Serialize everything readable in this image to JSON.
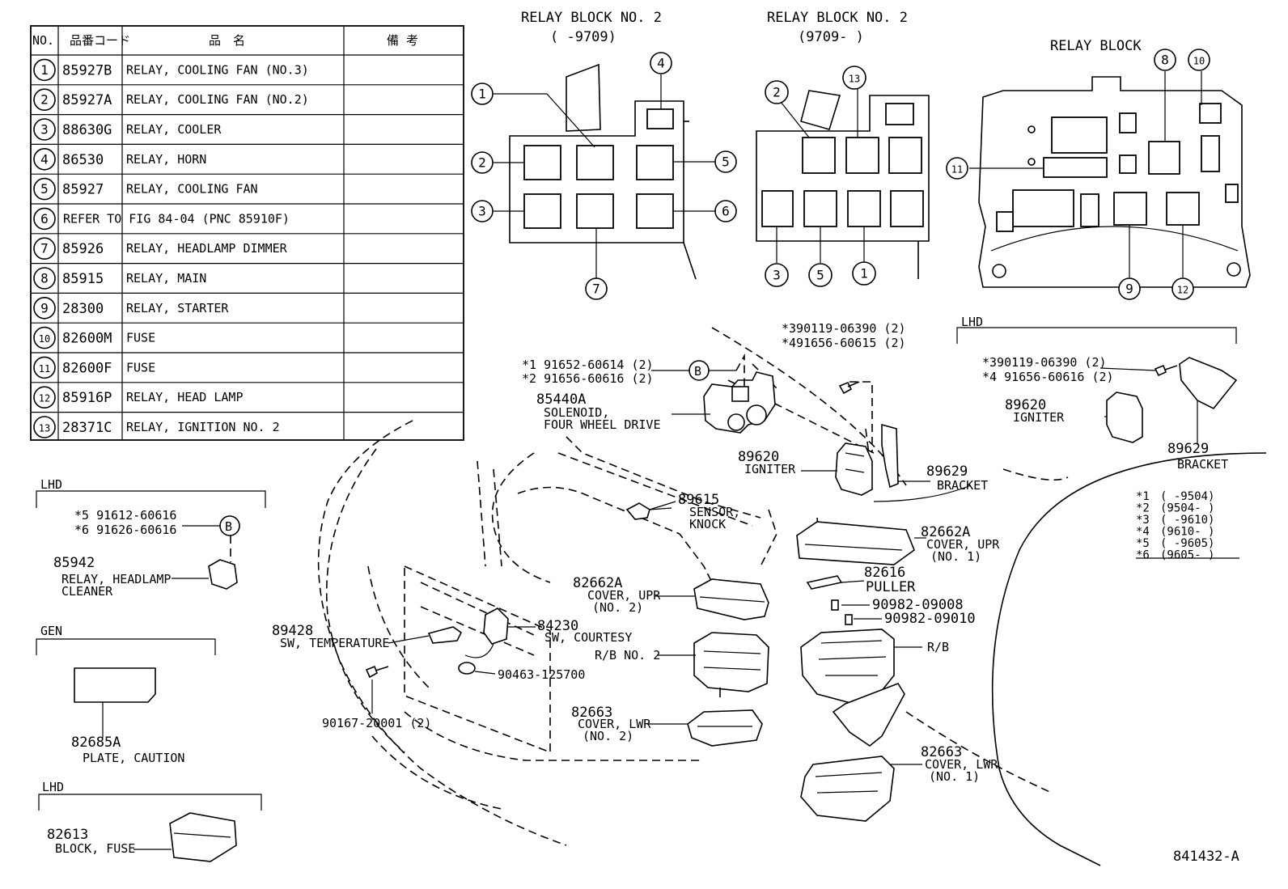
{
  "table": {
    "headers": [
      "NO.",
      "品番コード",
      "品　名",
      "備 考"
    ],
    "rows": [
      {
        "no": "1",
        "code": "85927B",
        "name": "RELAY, COOLING FAN (NO.3)"
      },
      {
        "no": "2",
        "code": "85927A",
        "name": "RELAY, COOLING FAN (NO.2)"
      },
      {
        "no": "3",
        "code": "88630G",
        "name": "RELAY, COOLER"
      },
      {
        "no": "4",
        "code": "86530",
        "name": "RELAY, HORN"
      },
      {
        "no": "5",
        "code": "85927",
        "name": "RELAY, COOLING FAN"
      },
      {
        "no": "6",
        "code": "",
        "name": "REFER TO FIG 84-04  (PNC 85910F)"
      },
      {
        "no": "7",
        "code": "85926",
        "name": "RELAY, HEADLAMP DIMMER"
      },
      {
        "no": "8",
        "code": "85915",
        "name": "RELAY, MAIN"
      },
      {
        "no": "9",
        "code": "28300",
        "name": "RELAY, STARTER"
      },
      {
        "no": "10",
        "code": "82600M",
        "name": "FUSE"
      },
      {
        "no": "11",
        "code": "82600F",
        "name": "FUSE"
      },
      {
        "no": "12",
        "code": "85916P",
        "name": "RELAY, HEAD LAMP"
      },
      {
        "no": "13",
        "code": "28371C",
        "name": "RELAY, IGNITION NO. 2"
      }
    ]
  },
  "relay_blocks": {
    "rb1_title": "RELAY BLOCK NO. 2",
    "rb1_range": "(      -9709)",
    "rb2_title": "RELAY BLOCK NO. 2",
    "rb2_range": "(9709-      )",
    "rb3_title": "RELAY BLOCK",
    "rb1_callouts": [
      "1",
      "2",
      "3",
      "4",
      "5",
      "6",
      "7"
    ],
    "rb2_callouts": [
      "2",
      "13",
      "3",
      "5",
      "1"
    ],
    "rb3_callouts": [
      "8",
      "10",
      "11",
      "9",
      "12"
    ]
  },
  "labels": {
    "lhd": "LHD",
    "gen": "GEN",
    "b_marker": "B",
    "lhd_top_1": "*1 91652-60614 (2)",
    "lhd_top_2": "*2 91656-60616 (2)",
    "p85440a_no": "85440A",
    "p85440a_n1": "SOLENOID,",
    "p85440a_n2": "FOUR WHEEL DRIVE",
    "bolt_1": "*390119-06390 (2)",
    "bolt_2": "*491656-60615 (2)",
    "p89620_no": "89620",
    "p89620_name": "IGNITER",
    "p89629_no": "89629",
    "p89629_name": "BRACKET",
    "p89615_no": "89615",
    "p89615_n1": "SENSOR,",
    "p89615_n2": "KNOCK",
    "p82662a_no": "82662A",
    "p82662a_n1": "COVER, UPR",
    "p82662a_n2": "(NO. 1)",
    "p82662a2_no": "82662A",
    "p82662a2_n1": "COVER, UPR",
    "p82662a2_n2": "(NO. 2)",
    "p82616_no": "82616",
    "p82616_name": "PULLER",
    "p90982a": "90982-09008",
    "p90982b": "90982-09010",
    "rb_label": "R/B",
    "rb2_label": "R/B NO. 2",
    "p89428_no": "89428",
    "p89428_name": "SW, TEMPERATURE",
    "p84230_no": "84230",
    "p84230_name": "SW, COURTESY",
    "p90463": "90463-125700",
    "p90167": "90167-20001 (2)",
    "p82663_no": "82663",
    "p82663_n1": "COVER, LWR",
    "p82663_n2": "(NO. 2)",
    "p82663b_no": "82663",
    "p82663b_n1": "COVER, LWR",
    "p82663b_n2": "(NO. 1)",
    "rlhd_1": "*390119-06390 (2)",
    "rlhd_2": "*4 91656-60616 (2)",
    "rlhd_89620_no": "89620",
    "rlhd_89620_name": "IGNITER",
    "rlhd_89629_no": "89629",
    "rlhd_89629_name": "BRACKET",
    "llhd_1": "*5 91612-60616",
    "llhd_2": "*6 91626-60616",
    "p85942_no": "85942",
    "p85942_n1": "RELAY, HEADLAMP",
    "p85942_n2": "CLEANER",
    "p82685a_no": "82685A",
    "p82685a_name": "PLATE, CAUTION",
    "p82613_no": "82613",
    "p82613_name": "BLOCK, FUSE",
    "fig_no": "841432-A"
  },
  "footnotes": [
    {
      "mark": "*1",
      "range": "(      -9504)"
    },
    {
      "mark": "*2",
      "range": "(9504-      )"
    },
    {
      "mark": "*3",
      "range": "(      -9610)"
    },
    {
      "mark": "*4",
      "range": "(9610-      )"
    },
    {
      "mark": "*5",
      "range": "(      -9605)"
    },
    {
      "mark": "*6",
      "range": "(9605-      )"
    }
  ]
}
